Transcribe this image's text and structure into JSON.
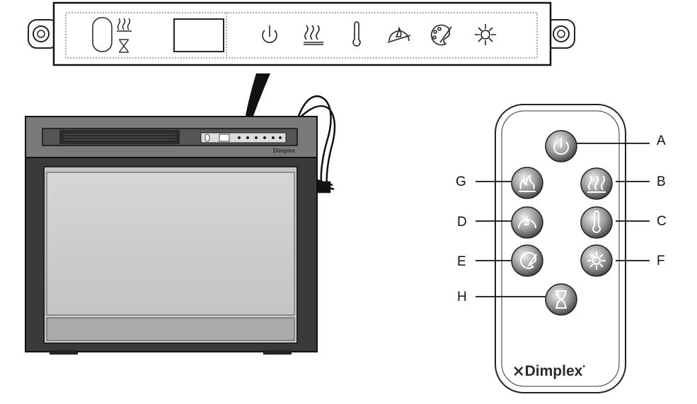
{
  "fireplace": {
    "brand": "Dimplex",
    "control_panel_icons": [
      "timer-heat-icon",
      "display-window",
      "power-icon",
      "heat-icon",
      "thermostat-icon",
      "flame-speed-icon",
      "flame-color-icon",
      "brightness-icon"
    ]
  },
  "remote": {
    "brand": "Dimplex",
    "buttons": [
      {
        "letter": "A",
        "icon": "power-icon"
      },
      {
        "letter": "B",
        "icon": "heat-icon"
      },
      {
        "letter": "C",
        "icon": "thermostat-icon"
      },
      {
        "letter": "D",
        "icon": "flame-speed-icon"
      },
      {
        "letter": "E",
        "icon": "flame-color-icon"
      },
      {
        "letter": "F",
        "icon": "brightness-icon"
      },
      {
        "letter": "G",
        "icon": "flame-icon"
      },
      {
        "letter": "H",
        "icon": "timer-icon"
      }
    ]
  }
}
